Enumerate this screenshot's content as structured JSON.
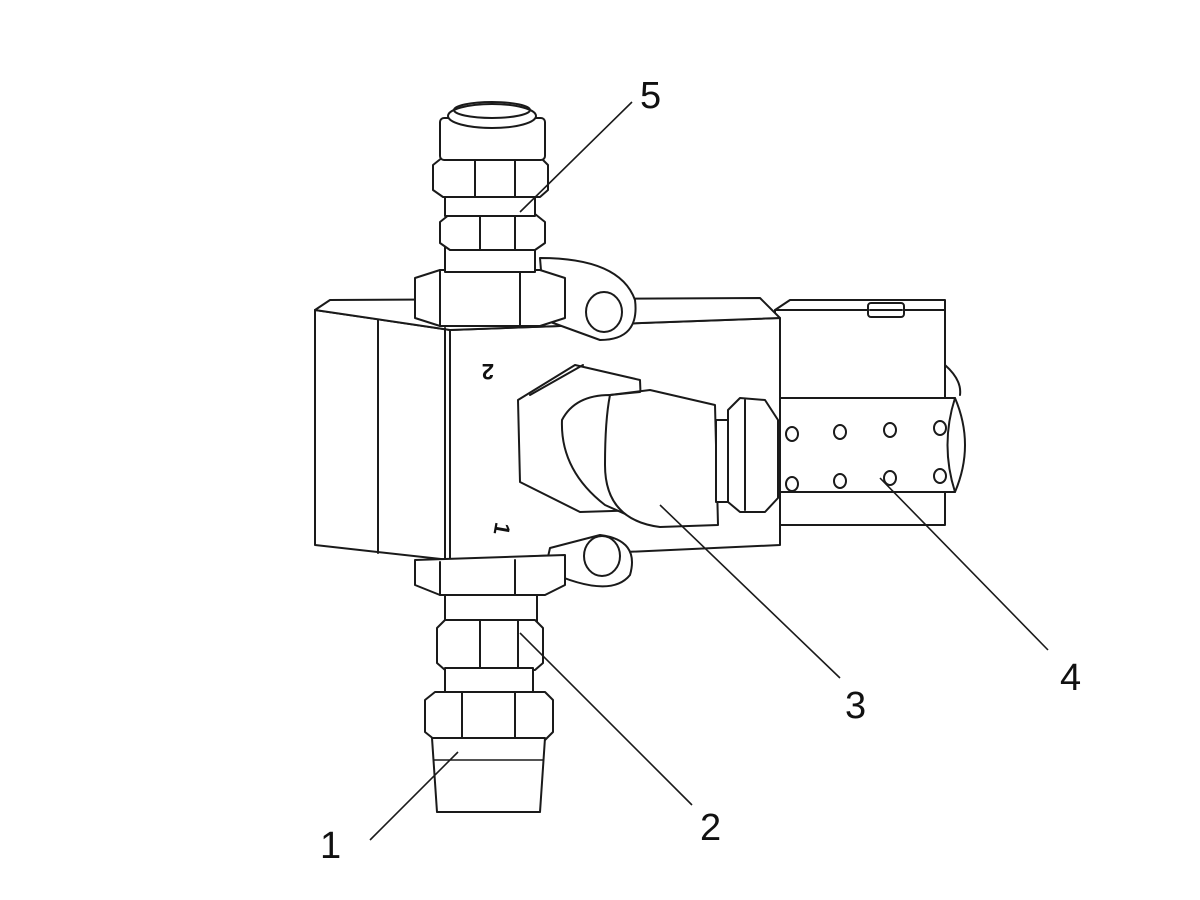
{
  "callouts": [
    {
      "id": "1",
      "label": "1"
    },
    {
      "id": "2",
      "label": "2"
    },
    {
      "id": "3",
      "label": "3"
    },
    {
      "id": "4",
      "label": "4"
    },
    {
      "id": "5",
      "label": "5"
    }
  ],
  "port_marks": {
    "port_2": "2",
    "port_1": "1"
  },
  "colors": {
    "line": "#1a1a1a",
    "fill": "#ffffff"
  }
}
